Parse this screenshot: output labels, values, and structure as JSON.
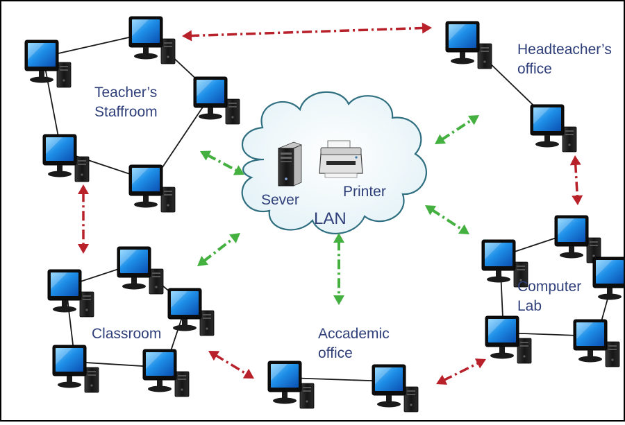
{
  "diagram": {
    "center": {
      "server_label": "Sever",
      "printer_label": "Printer",
      "network_label": "LAN"
    },
    "groups": [
      {
        "id": "staffroom",
        "label_lines": [
          "Teacher’s",
          "Staffroom"
        ],
        "computers": 5
      },
      {
        "id": "headteacher",
        "label_lines": [
          "Headteacher’s",
          "office"
        ],
        "computers": 2
      },
      {
        "id": "computer-lab",
        "label_lines": [
          "Computer",
          "Lab"
        ],
        "computers": 5
      },
      {
        "id": "classroom",
        "label_lines": [
          "Classroom"
        ],
        "computers": 5
      },
      {
        "id": "academic-office",
        "label_lines": [
          "Accademic",
          "office"
        ],
        "computers": 2
      }
    ],
    "colors": {
      "label_text": "#2f3f7a",
      "lan_link": "#44b040",
      "inter_group_link": "#b8202a",
      "cable": "#1a1a1a",
      "cloud_fill": "#f1f8fb",
      "cloud_stroke": "#2f6f80",
      "screen": "#1e8fe8",
      "border": "#000000"
    }
  }
}
